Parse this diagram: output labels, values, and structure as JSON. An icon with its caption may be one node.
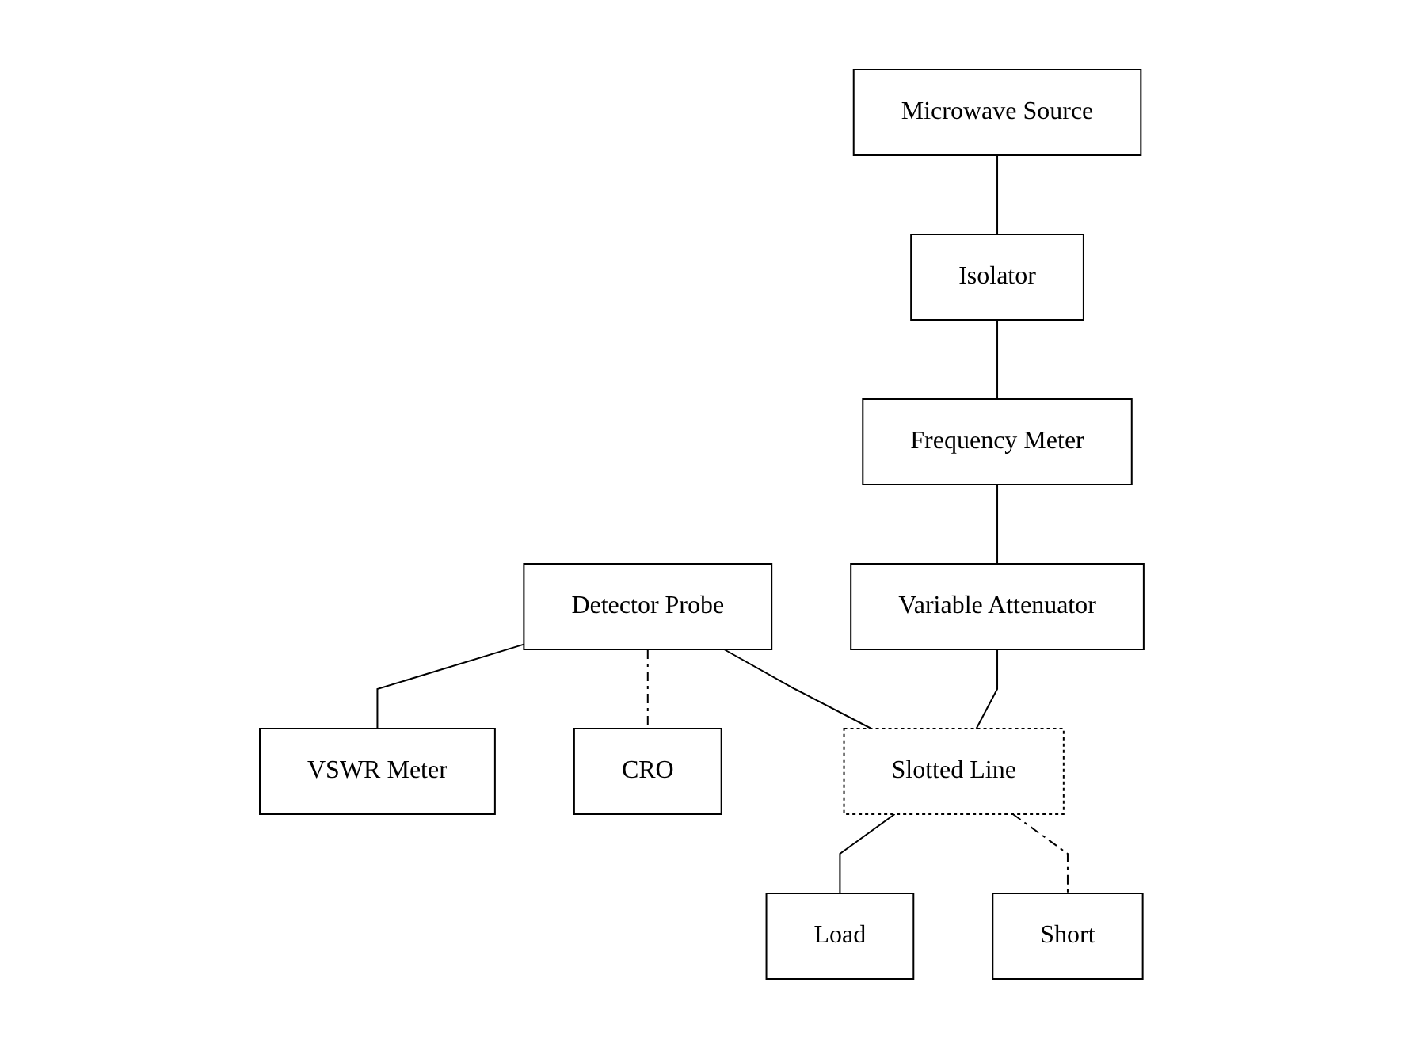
{
  "diagram": {
    "nodes": [
      {
        "text": [
          "Microwave Source"
        ]
      },
      {
        "text": [
          "Isolator"
        ]
      },
      {
        "text": [
          "Frequency Meter"
        ]
      },
      {
        "text": [
          "Variable Attenuator"
        ]
      },
      {
        "text": [
          "Detector Probe"
        ]
      },
      {
        "text": [
          "VSWR Meter"
        ]
      },
      {
        "text": [
          "CRO"
        ]
      },
      {
        "text": [
          "Short"
        ]
      },
      {
        "text": [
          "Slotted Line"
        ]
      },
      {
        "text": [
          "Load"
        ]
      }
    ],
    "edges": [
      {
        "from": 0,
        "to": 1,
        "arrow": "none"
      },
      {
        "from": 1,
        "to": 2,
        "arrow": "none"
      },
      {
        "from": 2,
        "to": 3,
        "arrow": "none"
      },
      {
        "from": 3,
        "to": 8,
        "arrow": "none"
      },
      {
        "from": 4,
        "to": 5,
        "arrow": "none"
      },
      {
        "from": 4,
        "to": 6,
        "arrow": "none",
        "style": "dashed"
      },
      {
        "from": 4,
        "to": 8,
        "arrow": "none"
      },
      {
        "from": 8,
        "to": 9,
        "arrow": "none"
      },
      {
        "from": 8,
        "to": 7,
        "arrow": "none",
        "style": "dashed"
      }
    ]
  }
}
